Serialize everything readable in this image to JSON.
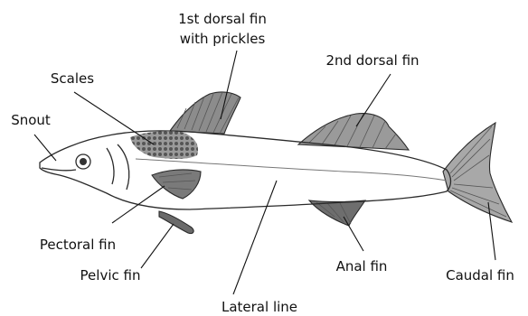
{
  "diagram": {
    "labels": {
      "first_dorsal_line1": "1st dorsal fin",
      "first_dorsal_line2": "with prickles",
      "second_dorsal": "2nd dorsal fin",
      "scales": "Scales",
      "snout": "Snout",
      "pectoral": "Pectoral fin",
      "pelvic": "Pelvic fin",
      "lateral_line": "Lateral line",
      "anal": "Anal fin",
      "caudal": "Caudal fin"
    }
  }
}
